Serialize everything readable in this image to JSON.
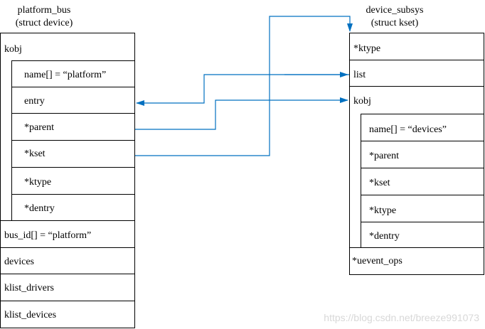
{
  "left": {
    "title": "platform_bus",
    "subtitle": "(struct device)",
    "kobj_label": "kobj",
    "kobj_fields": [
      "name[] = “platform”",
      "entry",
      "*parent",
      "*kset",
      "*ktype",
      "*dentry"
    ],
    "fields": [
      "bus_id[] = “platform”",
      "devices",
      "klist_drivers",
      "klist_devices"
    ]
  },
  "right": {
    "title": "device_subsys",
    "subtitle": "(struct kset)",
    "top_fields": [
      "*ktype",
      "list"
    ],
    "kobj_label": "kobj",
    "kobj_fields": [
      "name[] = “devices”",
      "*parent",
      "*kset",
      "*ktype",
      "*dentry"
    ],
    "bottom_fields": [
      "*uevent_ops"
    ]
  },
  "watermark": "https://blog.csdn.net/breeze991073",
  "colors": {
    "arrow": "#0070c0",
    "line": "#000000"
  }
}
